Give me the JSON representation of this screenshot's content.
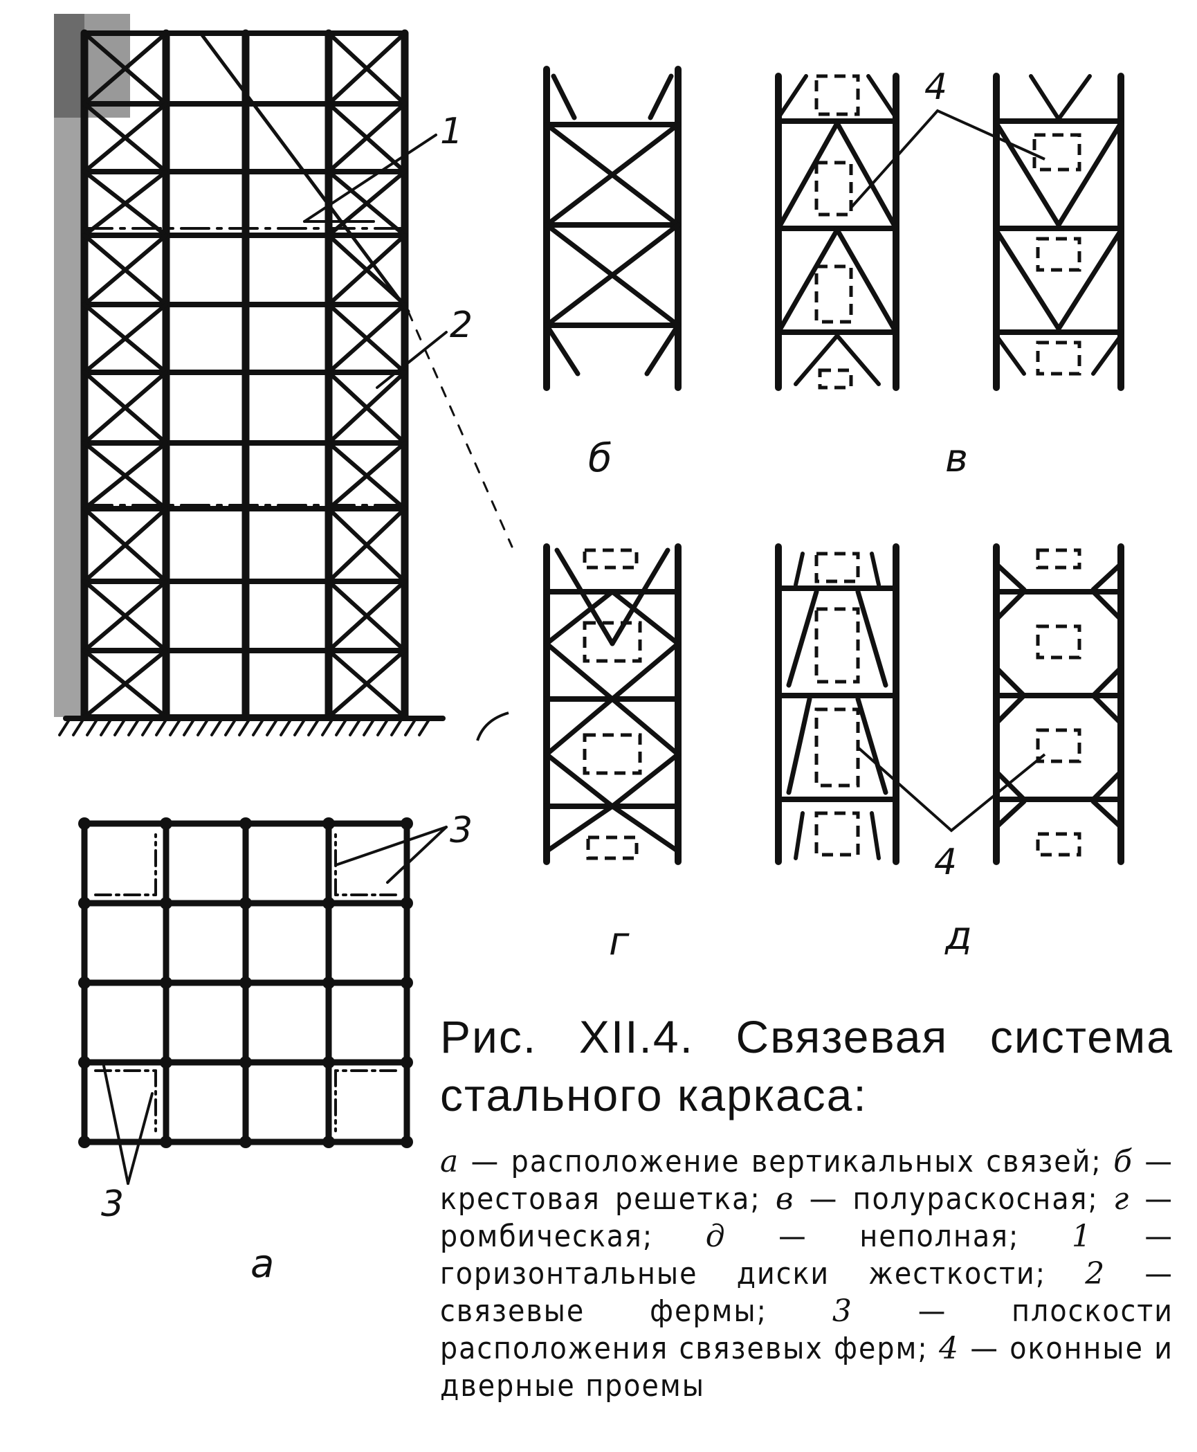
{
  "panels": {
    "a_plan": "а",
    "b": "б",
    "v": "в",
    "g": "г",
    "d": "д"
  },
  "callouts": {
    "n1": "1",
    "n2": "2",
    "n3_top": "3",
    "n3_bottom": "3",
    "n4_top": "4",
    "n4_bottom": "4"
  },
  "caption": {
    "title": "Рис. XII.4. Связевая система стального каркаса:",
    "body": [
      {
        "key": "а",
        "text": " — расположение вертикальных связей; "
      },
      {
        "key": "б",
        "text": " — крестовая решетка; "
      },
      {
        "key": "в",
        "text": " — полураскосная; "
      },
      {
        "key": "г",
        "text": " — ромбическая; "
      },
      {
        "key": "д",
        "text": " — неполная; "
      },
      {
        "key": "1",
        "text": " — горизонтальные диски жесткости; "
      },
      {
        "key": "2",
        "text": " — связевые фермы; "
      },
      {
        "key": "3",
        "text": " — плоскости расположения связевых ферм; "
      },
      {
        "key": "4",
        "text": " — оконные и дверные проемы"
      }
    ]
  },
  "colors": {
    "ink": "#111111",
    "paper": "#ffffff"
  }
}
